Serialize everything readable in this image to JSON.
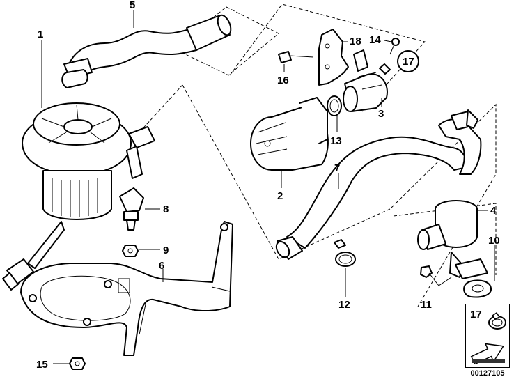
{
  "diagram": {
    "callouts": {
      "p1": "1",
      "p2": "2",
      "p3": "3",
      "p4": "4",
      "p5": "5",
      "p6": "6",
      "p7": "7",
      "p8": "8",
      "p9": "9",
      "p10": "10",
      "p11": "11",
      "p12": "12",
      "p13": "13",
      "p14": "14",
      "p15": "15",
      "p16": "16",
      "p17": "17",
      "p18": "18"
    },
    "legend": {
      "number": "17"
    },
    "document_number": "00127105"
  }
}
